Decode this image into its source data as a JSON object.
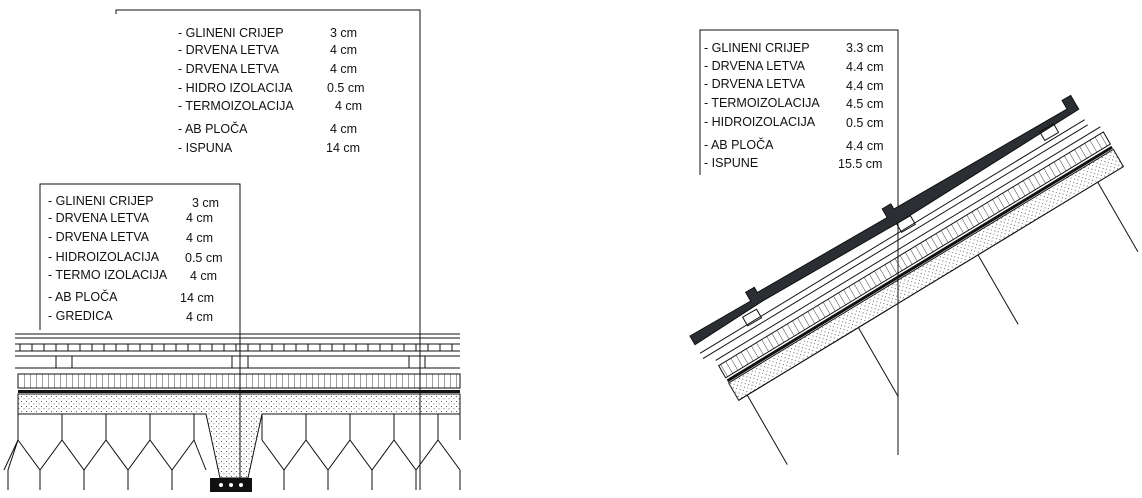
{
  "left_detail": {
    "top_legend": [
      {
        "label": "- GLINENI CRIJEP",
        "value": "3 cm"
      },
      {
        "label": "- DRVENA LETVA",
        "value": "4 cm"
      },
      {
        "label": "- DRVENA LETVA",
        "value": "4 cm"
      },
      {
        "label": "- HIDRO IZOLACIJA",
        "value": "0.5 cm"
      },
      {
        "label": "- TERMOIZOLACIJA",
        "value": "4 cm"
      },
      {
        "label": "- AB PLOČA",
        "value": "4 cm"
      },
      {
        "label": "- ISPUNA",
        "value": "14 cm"
      }
    ],
    "bottom_legend": [
      {
        "label": "- GLINENI CRIJEP",
        "value": "3 cm"
      },
      {
        "label": "- DRVENA LETVA",
        "value": "4 cm"
      },
      {
        "label": "- DRVENA LETVA",
        "value": "4 cm"
      },
      {
        "label": "- HIDROIZOLACIJA",
        "value": "0.5 cm"
      },
      {
        "label": "- TERMO IZOLACIJA",
        "value": "4 cm"
      },
      {
        "label": "- AB PLOČA",
        "value": "14 cm"
      },
      {
        "label": "- GREDICA",
        "value": "4 cm"
      }
    ]
  },
  "right_detail": {
    "legend": [
      {
        "label": "- GLINENI CRIJEP",
        "value": "3.3 cm"
      },
      {
        "label": "- DRVENA LETVA",
        "value": "4.4 cm"
      },
      {
        "label": "- DRVENA LETVA",
        "value": "4.4 cm"
      },
      {
        "label": "- TERMOIZOLACIJA",
        "value": "4.5 cm"
      },
      {
        "label": "- HIDROIZOLACIJA",
        "value": "0.5 cm"
      },
      {
        "label": "- AB PLOČA",
        "value": "4.4 cm"
      },
      {
        "label": "- ISPUNE",
        "value": "15.5 cm"
      }
    ]
  },
  "colors": {
    "ink": "#111111",
    "tile": "#2b2e33",
    "background": "#ffffff"
  }
}
